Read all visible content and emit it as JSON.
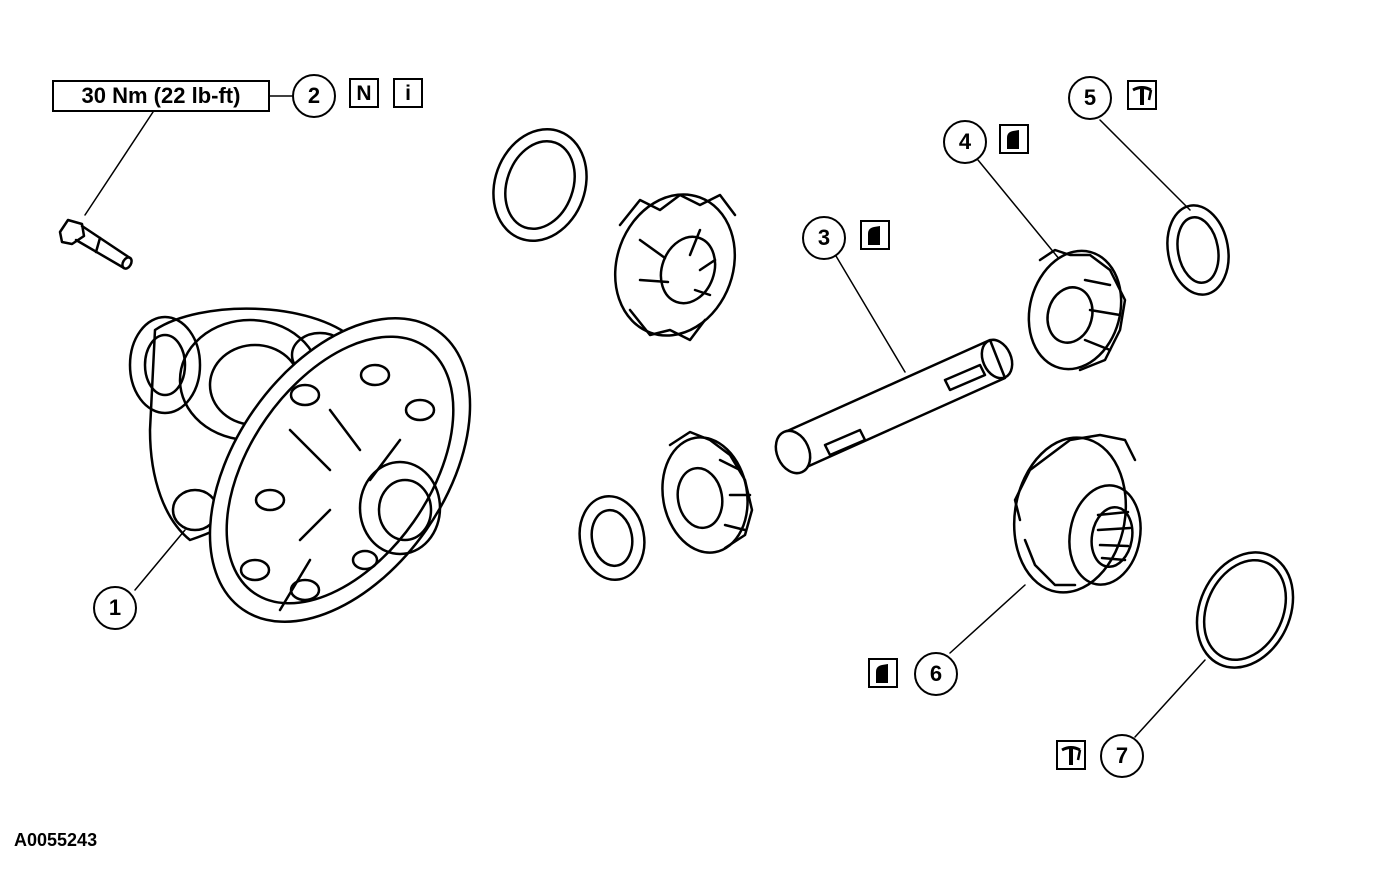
{
  "torque_spec": "30 Nm (22 lb-ft)",
  "figure_id": "A0055243",
  "callouts": [
    {
      "number": "1",
      "part": "differential-case"
    },
    {
      "number": "2",
      "part": "pinion-shaft-bolt",
      "icons": [
        "N",
        "i"
      ]
    },
    {
      "number": "3",
      "part": "pinion-shaft",
      "icons": [
        "lubricate-icon"
      ]
    },
    {
      "number": "4",
      "part": "pinion-gear",
      "icons": [
        "lubricate-icon"
      ]
    },
    {
      "number": "5",
      "part": "thrust-washer",
      "icons": [
        "select-fit-icon"
      ]
    },
    {
      "number": "6",
      "part": "side-gear",
      "icons": [
        "lubricate-icon"
      ]
    },
    {
      "number": "7",
      "part": "thrust-washer",
      "icons": [
        "select-fit-icon"
      ]
    }
  ],
  "colors": {
    "line": "#000000",
    "background": "#ffffff"
  }
}
